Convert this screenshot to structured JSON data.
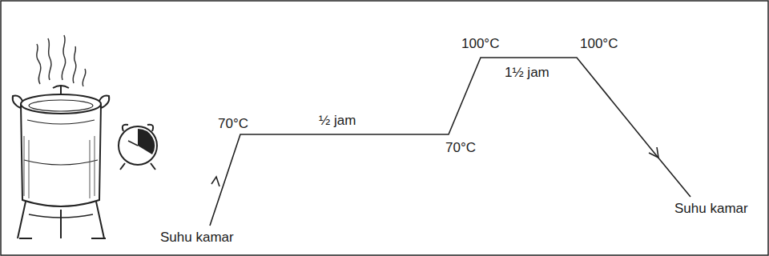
{
  "diagram": {
    "labels": [
      "Suhu kamar",
      "70°C",
      "½ jam",
      "70°C",
      "100°C",
      "1½ jam",
      "100°C",
      "Suhu kamar"
    ]
  }
}
